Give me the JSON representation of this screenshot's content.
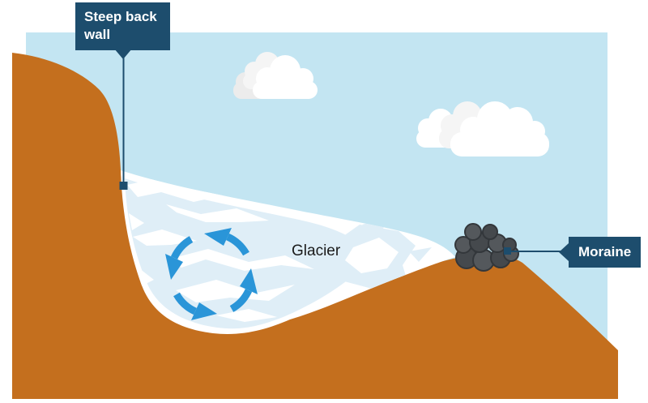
{
  "callouts": {
    "steep_back_wall": {
      "text": "Steep back wall"
    },
    "moraine": {
      "text": "Moraine"
    }
  },
  "annotations": {
    "glacier": "Glacier"
  },
  "colors": {
    "background": "#ffffff",
    "sky": "#c3e5f2",
    "terrain_brown": "#c46f1e",
    "glacier_white": "#ffffff",
    "glacier_ice": "#dfeef7",
    "callout_bg": "#1d4d6d",
    "callout_text": "#ffffff",
    "leader_line": "#1d4d6d",
    "arrow_blue": "#2a95d8",
    "rock_dark": "#45494d",
    "rock_mid": "#54585c",
    "rock_outline": "#33373b",
    "cloud_white": "#ffffff",
    "cloud_gray": "#ececec",
    "cloud_offwhite": "#f5f5f5",
    "annotation_text": "#1a1a1a"
  },
  "icons": {
    "rotation": "circular-rotation-arrows-icon",
    "clouds": "cloud-icon",
    "moraine_pile": "rock-pile-icon"
  }
}
